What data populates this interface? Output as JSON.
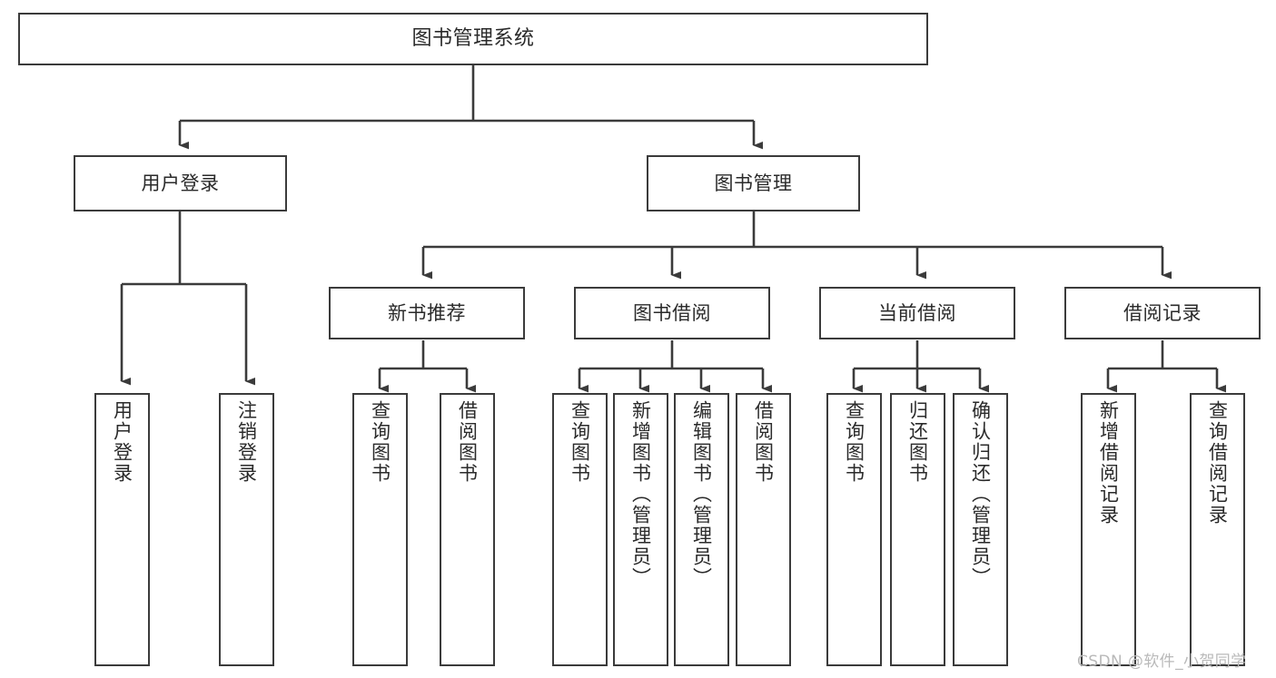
{
  "diagram": {
    "title": "图书管理系统",
    "type": "tree",
    "colors": {
      "node_border": "#3b3b3b",
      "node_fill": "#ffffff",
      "edge": "#3b3b3b",
      "text": "#2a2a2a",
      "watermark": "#b9b9b9",
      "background": "#ffffff"
    },
    "watermark": "CSDN @软件_小贺同学",
    "nodes": {
      "root": {
        "label": "图书管理系统"
      },
      "level2": [
        {
          "id": "user-login",
          "label": "用户登录"
        },
        {
          "id": "book-manage",
          "label": "图书管理"
        }
      ],
      "level3": [
        {
          "id": "new-book-recommend",
          "label": "新书推荐"
        },
        {
          "id": "book-borrow",
          "label": "图书借阅"
        },
        {
          "id": "current-borrow",
          "label": "当前借阅"
        },
        {
          "id": "borrow-record",
          "label": "借阅记录"
        }
      ],
      "leaves": {
        "user-login": [
          {
            "id": "leaf-user-login",
            "label": "用户登录"
          },
          {
            "id": "leaf-user-logout",
            "label": "注销登录"
          }
        ],
        "new-book-recommend": [
          {
            "id": "leaf-query-book-1",
            "label": "查询图书"
          },
          {
            "id": "leaf-borrow-book-1",
            "label": "借阅图书"
          }
        ],
        "book-borrow": [
          {
            "id": "leaf-query-book-2",
            "label": "查询图书"
          },
          {
            "id": "leaf-add-book",
            "label": "新增图书（管理员）"
          },
          {
            "id": "leaf-edit-book",
            "label": "编辑图书（管理员）"
          },
          {
            "id": "leaf-borrow-book-2",
            "label": "借阅图书"
          }
        ],
        "current-borrow": [
          {
            "id": "leaf-query-book-3",
            "label": "查询图书"
          },
          {
            "id": "leaf-return-book",
            "label": "归还图书"
          },
          {
            "id": "leaf-confirm-return",
            "label": "确认归还（管理员）"
          }
        ],
        "borrow-record": [
          {
            "id": "leaf-add-record",
            "label": "新增借阅记录"
          },
          {
            "id": "leaf-query-record",
            "label": "查询借阅记录"
          }
        ]
      }
    }
  }
}
